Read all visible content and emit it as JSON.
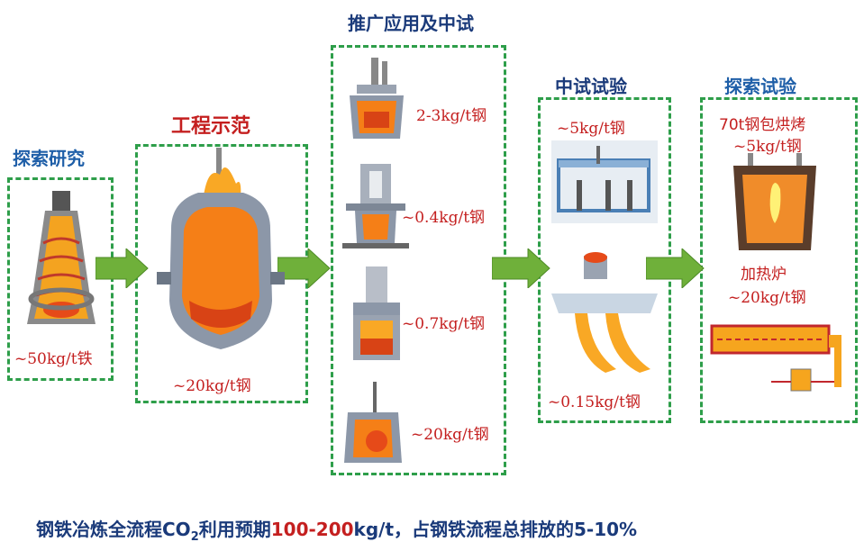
{
  "headers": {
    "explore_research": "探索研究",
    "engineering_demo": "工程示范",
    "promotion_pilot": "推广应用及中试",
    "pilot_test": "中试试验",
    "explore_test": "探索试验"
  },
  "values": {
    "blast_furnace": "~50kg/t铁",
    "converter": "~20kg/t钢",
    "promo_1": "2-3kg/t钢",
    "promo_2": "~0.4kg/t钢",
    "promo_3": "~0.7kg/t钢",
    "promo_4": "~20kg/t钢",
    "pilot_1": "~5kg/t钢",
    "pilot_2": "~0.15kg/t钢",
    "ladle_name": "70t钢包烘烤",
    "ladle_value": "~5kg/t钢",
    "furnace_name": "加热炉",
    "furnace_value": "~20kg/t钢"
  },
  "footer": {
    "part1": "钢铁冶炼全流程CO",
    "sub": "2",
    "part2": "利用预期",
    "range": "100-200",
    "part3": "kg/t，占钢铁流程总排放的5-10%"
  },
  "colors": {
    "dashed_border": "#2e9e4a",
    "arrow_green": "#6fb03a",
    "value_red": "#c41f1f",
    "header_blue": "#1f5fa8"
  }
}
